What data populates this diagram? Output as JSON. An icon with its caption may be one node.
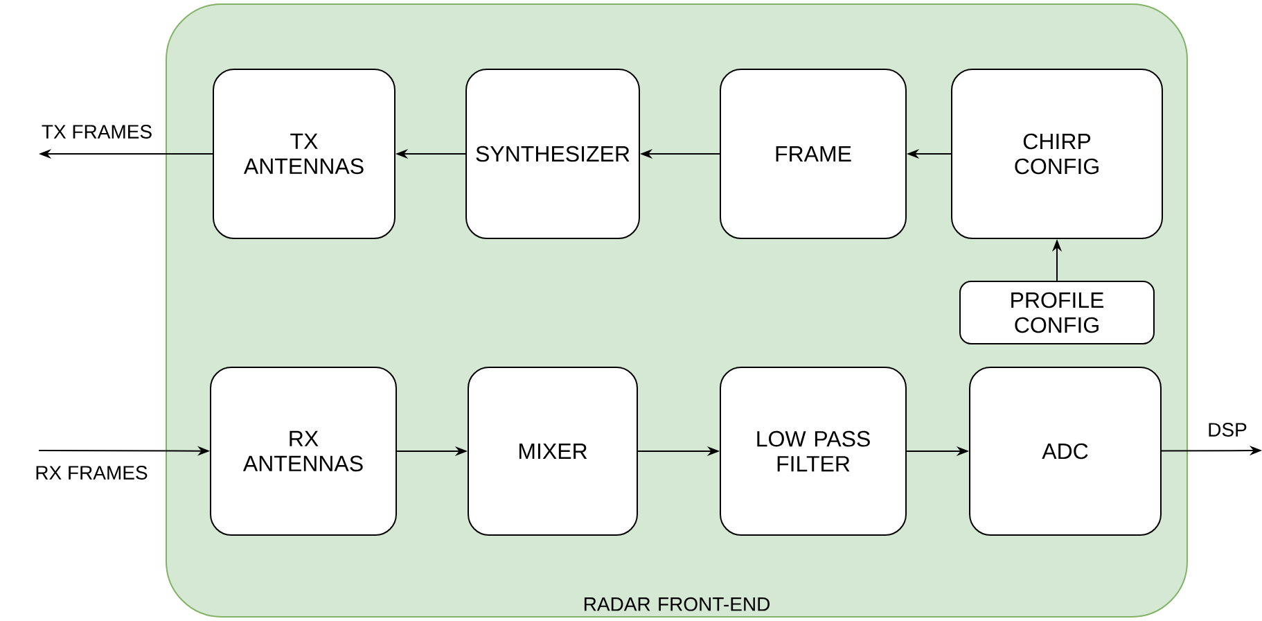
{
  "diagram": {
    "nodes": [
      {
        "text": [
          "RADAR FRONT-END"
        ]
      },
      {
        "text": [
          "TX ANTENNAS"
        ],
        "in": 0
      },
      {
        "text": [
          "SYNTHESIZER"
        ],
        "in": 0
      },
      {
        "text": [
          "FRAME"
        ],
        "in": 0
      },
      {
        "text": [
          "CHIRP CONFIG"
        ],
        "in": 0
      },
      {
        "text": [
          "PROFILE CONFIG"
        ],
        "in": 0
      },
      {
        "text": [
          "RX ANTENNAS"
        ],
        "in": 0
      },
      {
        "text": [
          "MIXER"
        ],
        "in": 0
      },
      {
        "text": [
          "LOW PASS FILTER"
        ],
        "in": 0
      },
      {
        "text": [
          "ADC"
        ],
        "in": 0
      }
    ],
    "edges": [
      {
        "from": 1,
        "to": null,
        "arrow": "to",
        "label": "TX FRAMES"
      },
      {
        "from": 2,
        "to": 1,
        "arrow": "to"
      },
      {
        "from": 3,
        "to": 2,
        "arrow": "to"
      },
      {
        "from": 4,
        "to": 3,
        "arrow": "to"
      },
      {
        "from": 5,
        "to": 4,
        "arrow": "to"
      },
      {
        "from": null,
        "to": 6,
        "arrow": "to",
        "label": "RX FRAMES"
      },
      {
        "from": 6,
        "to": 7,
        "arrow": "to"
      },
      {
        "from": 7,
        "to": 8,
        "arrow": "to"
      },
      {
        "from": 8,
        "to": 9,
        "arrow": "to"
      },
      {
        "from": 9,
        "to": null,
        "arrow": "to",
        "label": "DSP"
      }
    ]
  }
}
